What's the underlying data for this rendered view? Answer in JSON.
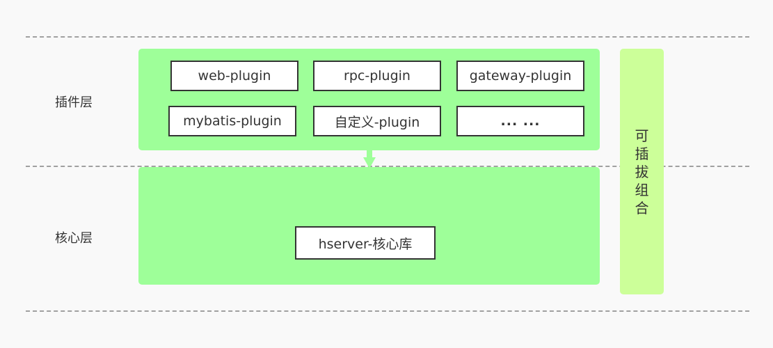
{
  "layers": {
    "plugin_label": "插件层",
    "core_label": "核心层"
  },
  "plugins": [
    "web-plugin",
    "rpc-plugin",
    "gateway-plugin",
    "mybatis-plugin",
    "自定义-plugin",
    "... ..."
  ],
  "core": {
    "library": "hserver-核心库"
  },
  "side": {
    "chars": [
      "可",
      "插",
      "拔",
      "组",
      "合"
    ]
  },
  "colors": {
    "plugin_panel": "#9eff99",
    "core_panel": "#9eff99",
    "side_bar": "#ccff99",
    "connector": "#9eff99",
    "box_border": "#333333",
    "dashed_line": "#a0a0a0"
  }
}
